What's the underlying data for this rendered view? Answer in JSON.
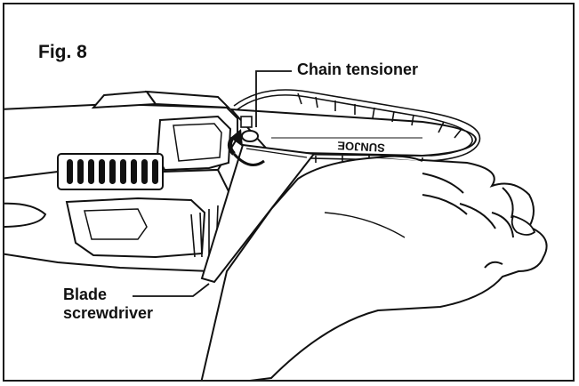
{
  "figure": {
    "title": "Fig. 8",
    "callouts": {
      "chain_tensioner": "Chain tensioner",
      "blade_screwdriver_line1": "Blade",
      "blade_screwdriver_line2": "screwdriver"
    },
    "bar_engraving": "SUNJOE"
  },
  "colors": {
    "ink": "#111111",
    "background": "#ffffff",
    "shading": "#9a9a9a"
  }
}
